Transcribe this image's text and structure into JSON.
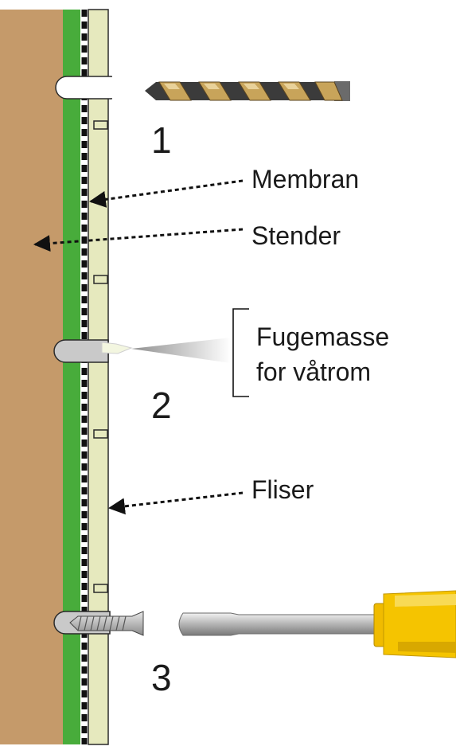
{
  "diagram": {
    "steps": [
      "1",
      "2",
      "3"
    ],
    "labels": {
      "membrane": "Membran",
      "stud": "Stender",
      "sealant_line1": "Fugemasse",
      "sealant_line2": "for våtrom",
      "tiles": "Fliser"
    },
    "colors": {
      "stud": "#c59a6a",
      "green_layer": "#48ac3b",
      "tile": "#e6e9be",
      "membrane_dash": "#111111",
      "sealant": "#c9c9c9",
      "handle": "#f5c400",
      "text": "#1a1a1a"
    }
  }
}
